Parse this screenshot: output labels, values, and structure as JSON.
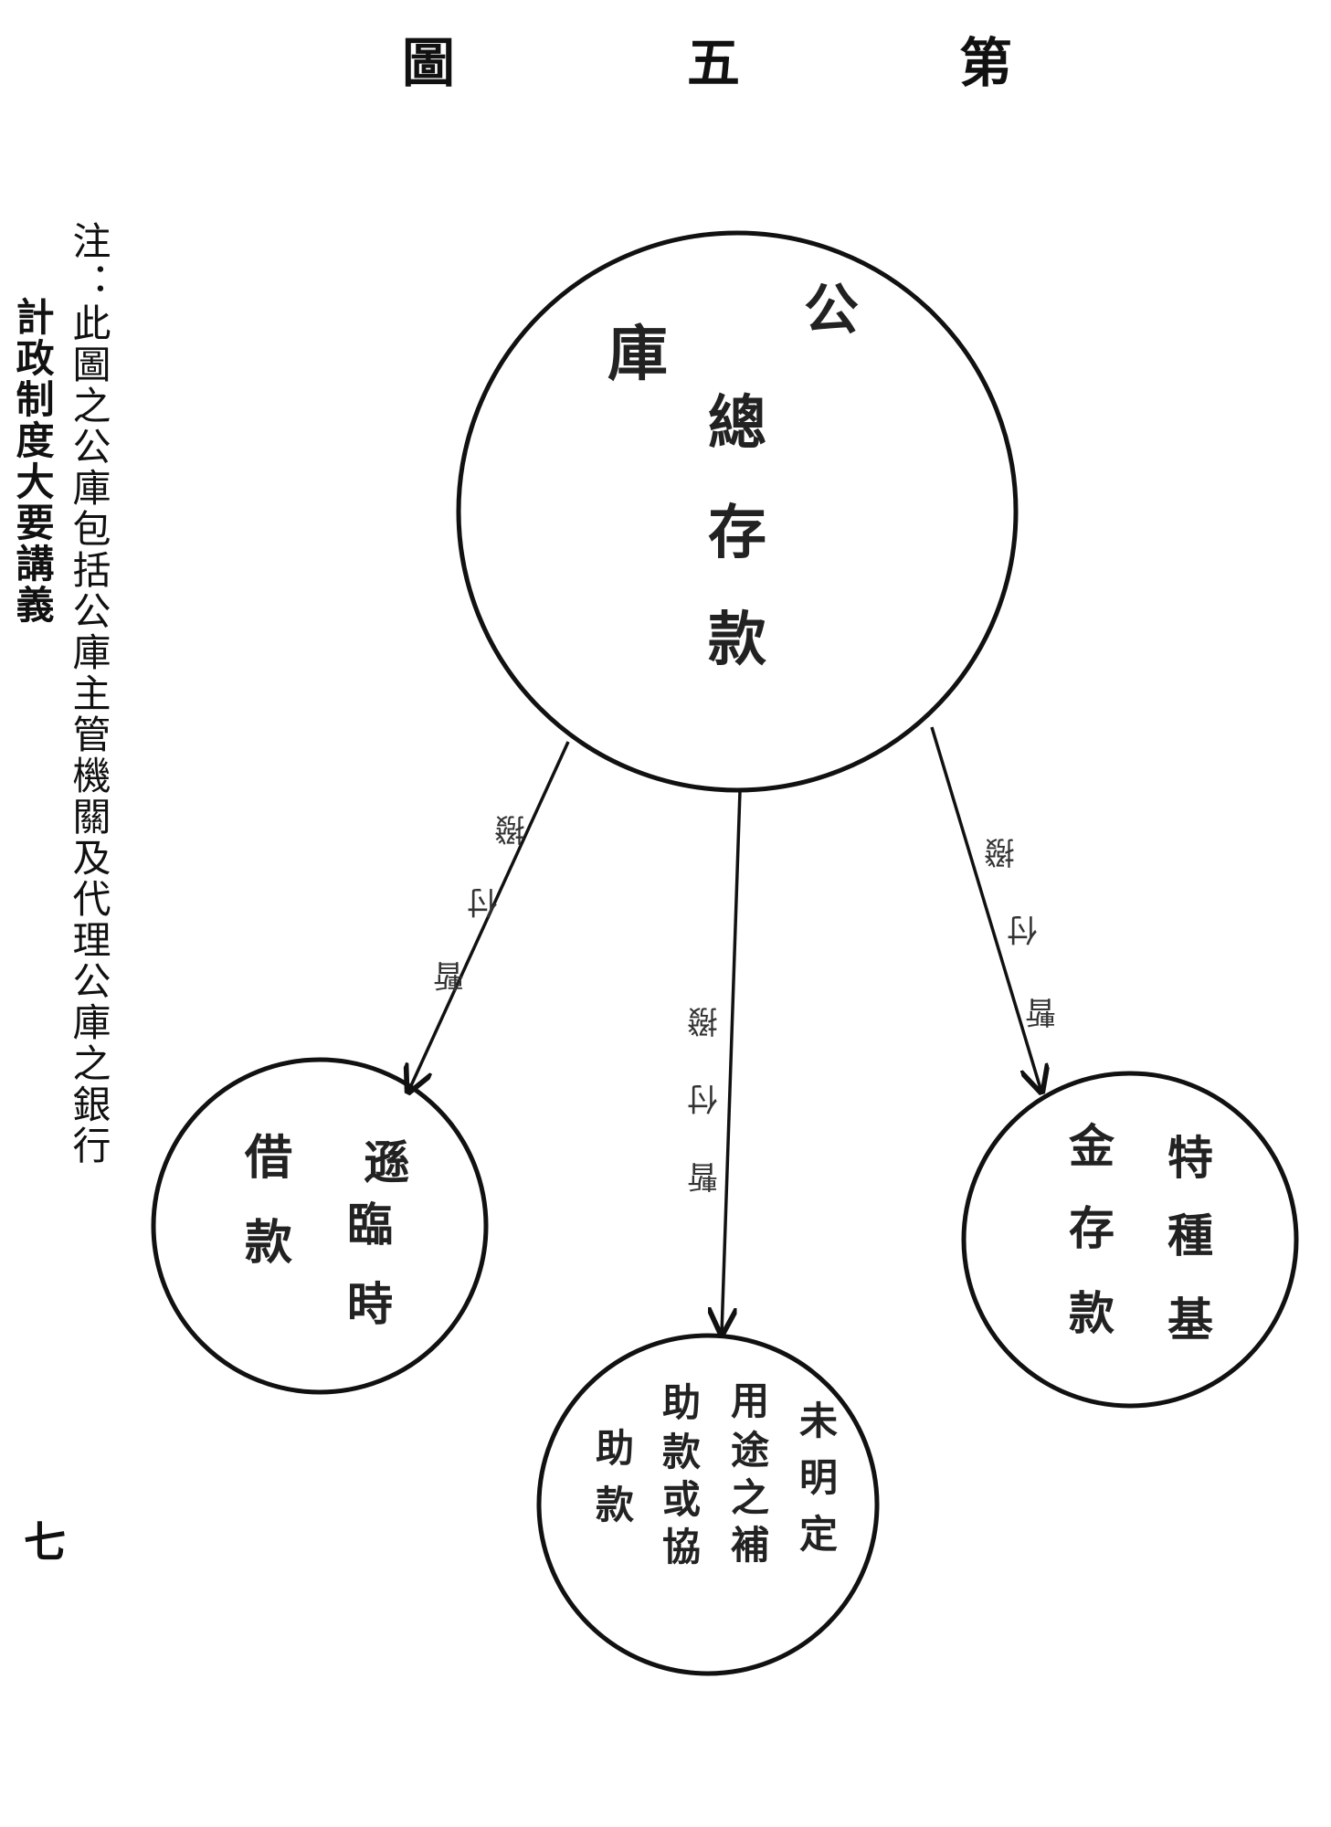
{
  "title": {
    "chars": [
      "第",
      "五",
      "圖"
    ]
  },
  "note": {
    "line1": "注：此圖之公庫包括公庫主管機關及代理公庫之銀行",
    "line2": "計政制度大要講義"
  },
  "page_number": "七",
  "nodes": {
    "main": {
      "corner": "公庫",
      "lines": [
        "總",
        "存",
        "款"
      ]
    },
    "temporary": {
      "cols": [
        "時臨",
        "借款"
      ],
      "mark": "遜"
    },
    "undetermined": {
      "cols": [
        "未明定",
        "用途之補",
        "助款或協",
        "助款"
      ]
    },
    "special": {
      "cols": [
        "特種基",
        "金存款"
      ]
    }
  },
  "arrows": {
    "left": "撥付暫",
    "middle": "撥付暫",
    "right": "撥付暫"
  }
}
